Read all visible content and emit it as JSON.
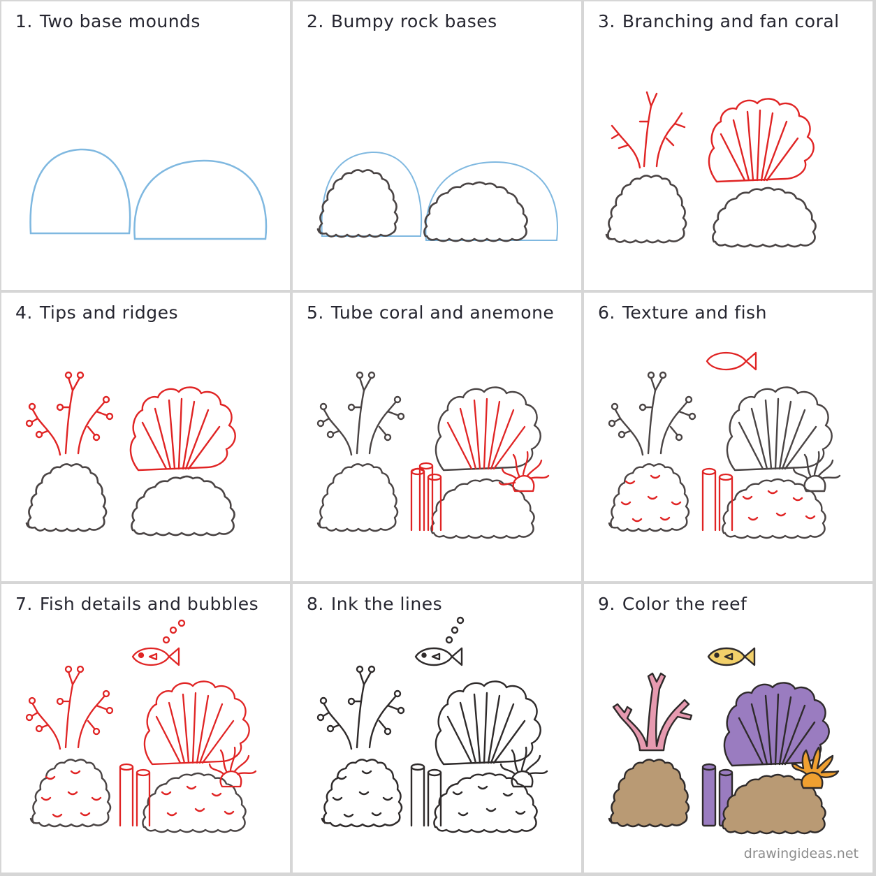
{
  "steps": [
    {
      "number": "1.",
      "title": "Two base mounds"
    },
    {
      "number": "2.",
      "title": "Bumpy rock bases"
    },
    {
      "number": "3.",
      "title": "Branching and fan coral"
    },
    {
      "number": "4.",
      "title": "Tips and ridges"
    },
    {
      "number": "5.",
      "title": "Tube coral and anemone"
    },
    {
      "number": "6.",
      "title": "Texture and fish"
    },
    {
      "number": "7.",
      "title": "Fish details and bubbles"
    },
    {
      "number": "8.",
      "title": "Ink the lines"
    },
    {
      "number": "9.",
      "title": "Color the reef"
    }
  ],
  "watermark": "drawingideas.net",
  "colors": {
    "sketch_blue": "#7fb8e0",
    "new_lines_red": "#e02424",
    "ink": "#2e2a2a",
    "branch_pink": "#e79ab0",
    "fan_purple": "#9a7cc0",
    "rock_brown": "#b99a74",
    "tube_purple": "#9a7cc0",
    "anemone_orange": "#f0a030",
    "fish_yellow": "#f2d06a"
  },
  "icons": [
    "rock-mound-icon",
    "branching-coral-icon",
    "fan-coral-icon",
    "tube-coral-icon",
    "anemone-icon",
    "fish-icon",
    "bubble-icon"
  ]
}
